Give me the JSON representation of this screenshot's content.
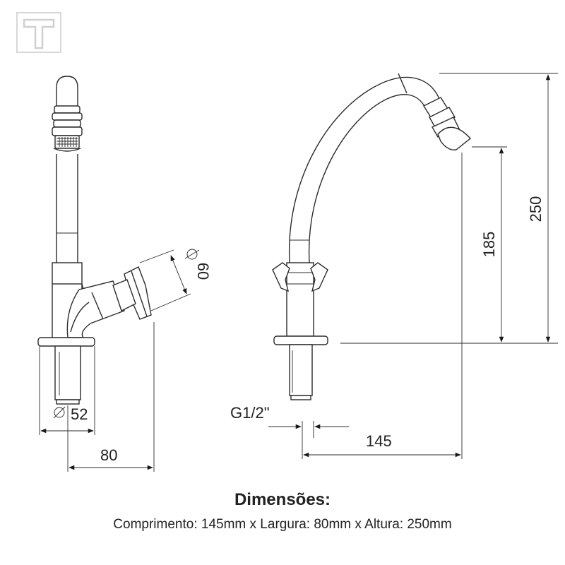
{
  "dimensions": {
    "d60": "60",
    "d52": "52",
    "d80": "80",
    "d185": "185",
    "d250": "250",
    "d145": "145",
    "thread": "G1/2\""
  },
  "caption": {
    "title": "Dimensões:",
    "specs": "Comprimento: 145mm x Largura: 80mm x Altura: 250mm"
  },
  "colors": {
    "line": "#2b2b2b",
    "background": "#ffffff"
  }
}
